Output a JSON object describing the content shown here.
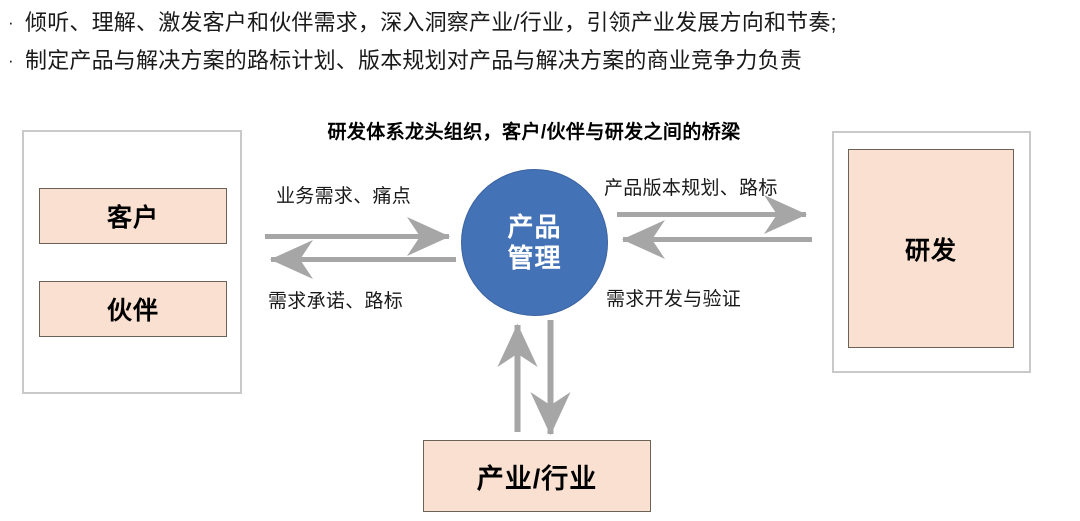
{
  "bullets": [
    {
      "marker": "·",
      "text": "倾听、理解、激发客户和伙伴需求，深入洞察产业/行业，引领产业发展方向和节奏;"
    },
    {
      "marker": "·",
      "text": "制定产品与解决方案的路标计划、版本规划对产品与解决方案的商业竞争力负责"
    }
  ],
  "diagram": {
    "title": "研发体系龙头组织，客户/伙伴与研发之间的桥梁",
    "center_node": {
      "line1": "产品",
      "line2": "管理"
    },
    "left_group": {
      "nodes": [
        {
          "label": "客户"
        },
        {
          "label": "伙伴"
        }
      ]
    },
    "right_group": {
      "nodes": [
        {
          "label": "研发"
        }
      ]
    },
    "bottom_node": {
      "label": "产业/行业"
    },
    "edges": [
      {
        "id": "left-top",
        "label": "业务需求、痛点",
        "direction": "right",
        "from": "客户/伙伴",
        "to": "产品管理"
      },
      {
        "id": "left-bottom",
        "label": "需求承诺、路标",
        "direction": "left",
        "from": "产品管理",
        "to": "客户/伙伴"
      },
      {
        "id": "right-top",
        "label": "产品版本规划、路标",
        "direction": "right",
        "from": "产品管理",
        "to": "研发"
      },
      {
        "id": "right-bottom",
        "label": "需求开发与验证",
        "direction": "left",
        "from": "研发",
        "to": "产品管理"
      },
      {
        "id": "bottom-up",
        "label": "",
        "direction": "up",
        "from": "产业/行业",
        "to": "产品管理"
      },
      {
        "id": "bottom-down",
        "label": "",
        "direction": "down",
        "from": "产品管理",
        "to": "产业/行业"
      }
    ]
  },
  "colors": {
    "circle_fill": "#4472B6",
    "circle_border": "#3A63A0",
    "box_fill": "#F9E0D1",
    "box_border": "#6B6258",
    "container_border": "#C9C9C9",
    "arrow": "#A6A6A6",
    "text": "#1A1A1A",
    "background": "#FFFFFF"
  }
}
